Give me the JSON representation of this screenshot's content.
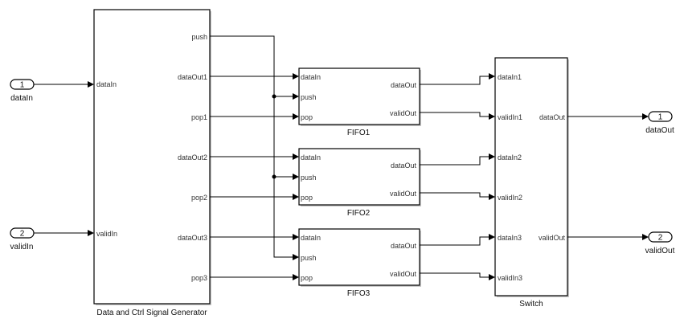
{
  "diagram": {
    "inports": [
      {
        "number": "1",
        "label": "dataIn"
      },
      {
        "number": "2",
        "label": "validIn"
      }
    ],
    "outports": [
      {
        "number": "1",
        "label": "dataOut"
      },
      {
        "number": "2",
        "label": "validOut"
      }
    ],
    "generator": {
      "name": "Data and Ctrl Signal Generator",
      "inputs": [
        "dataIn",
        "validIn"
      ],
      "outputs": [
        "push",
        "dataOut1",
        "pop1",
        "dataOut2",
        "pop2",
        "dataOut3",
        "pop3"
      ]
    },
    "fifos": [
      {
        "name": "FIFO1",
        "inputs": [
          "dataIn",
          "push",
          "pop"
        ],
        "outputs": [
          "dataOut",
          "validOut"
        ]
      },
      {
        "name": "FIFO2",
        "inputs": [
          "dataIn",
          "push",
          "pop"
        ],
        "outputs": [
          "dataOut",
          "validOut"
        ]
      },
      {
        "name": "FIFO3",
        "inputs": [
          "dataIn",
          "push",
          "pop"
        ],
        "outputs": [
          "dataOut",
          "validOut"
        ]
      }
    ],
    "switch": {
      "name": "Switch",
      "inputs": [
        "dataIn1",
        "validIn1",
        "dataIn2",
        "validIn2",
        "dataIn3",
        "validIn3"
      ],
      "outputs": [
        "dataOut",
        "validOut"
      ]
    }
  }
}
